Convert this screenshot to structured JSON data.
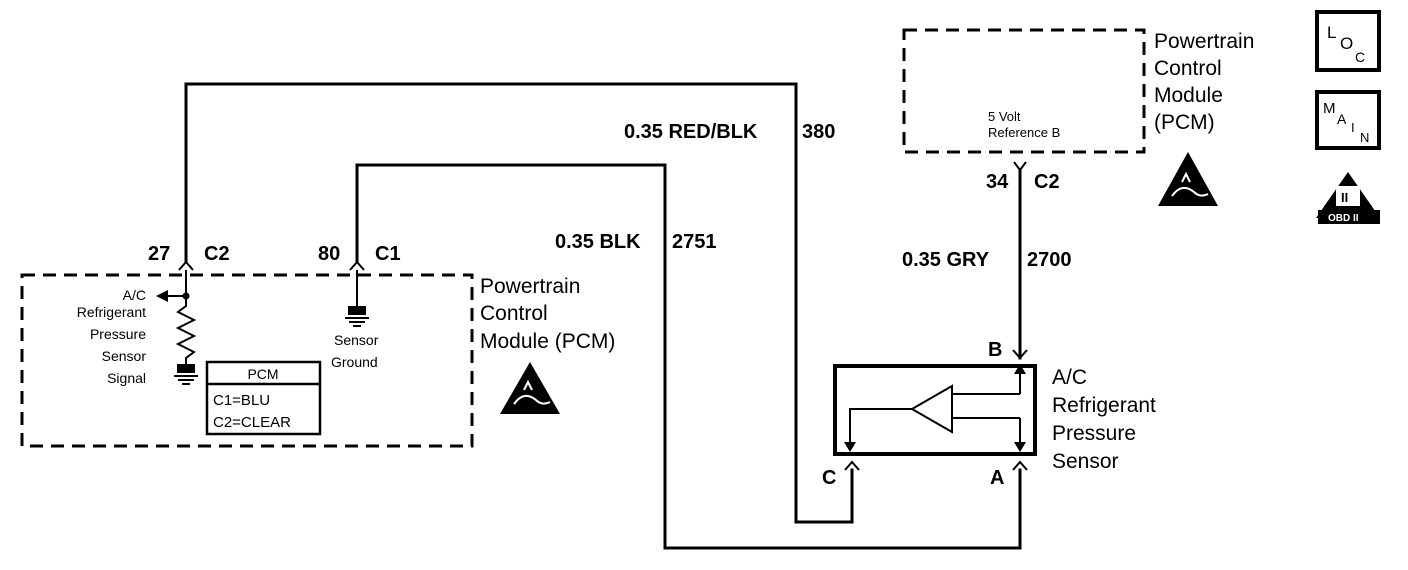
{
  "pcm_top": {
    "title_lines": [
      "Powertrain",
      "Control",
      "Module",
      "(PCM)"
    ],
    "circuit_label_lines": [
      "5 Volt",
      "Reference B"
    ],
    "pin": "34",
    "connector": "C2"
  },
  "pcm_left": {
    "title_lines": [
      "Powertrain",
      "Control",
      "Module (PCM)"
    ],
    "signal_pin": "27",
    "signal_connector": "C2",
    "signal_label_lines": [
      "A/C",
      "Refrigerant",
      "Pressure",
      "Sensor",
      "Signal"
    ],
    "ground_pin": "80",
    "ground_connector": "C1",
    "ground_label_lines": [
      "Sensor",
      "Ground"
    ],
    "legend_title": "PCM",
    "legend_lines": [
      "C1=BLU",
      "C2=CLEAR"
    ]
  },
  "wires": {
    "signal": "0.35 RED/BLK",
    "signal_circuit": "380",
    "ground": "0.35 BLK",
    "ground_circuit": "2751",
    "reference": "0.35 GRY",
    "reference_circuit": "2700"
  },
  "sensor": {
    "title_lines": [
      "A/C",
      "Refrigerant",
      "Pressure",
      "Sensor"
    ],
    "pin_a": "A",
    "pin_b": "B",
    "pin_c": "C"
  },
  "icons": {
    "loc_letters": [
      "L",
      "O",
      "C"
    ],
    "main_letters": [
      "M",
      "A",
      "I",
      "N"
    ],
    "obd_text": "OBD II",
    "obd_mark": "II"
  }
}
